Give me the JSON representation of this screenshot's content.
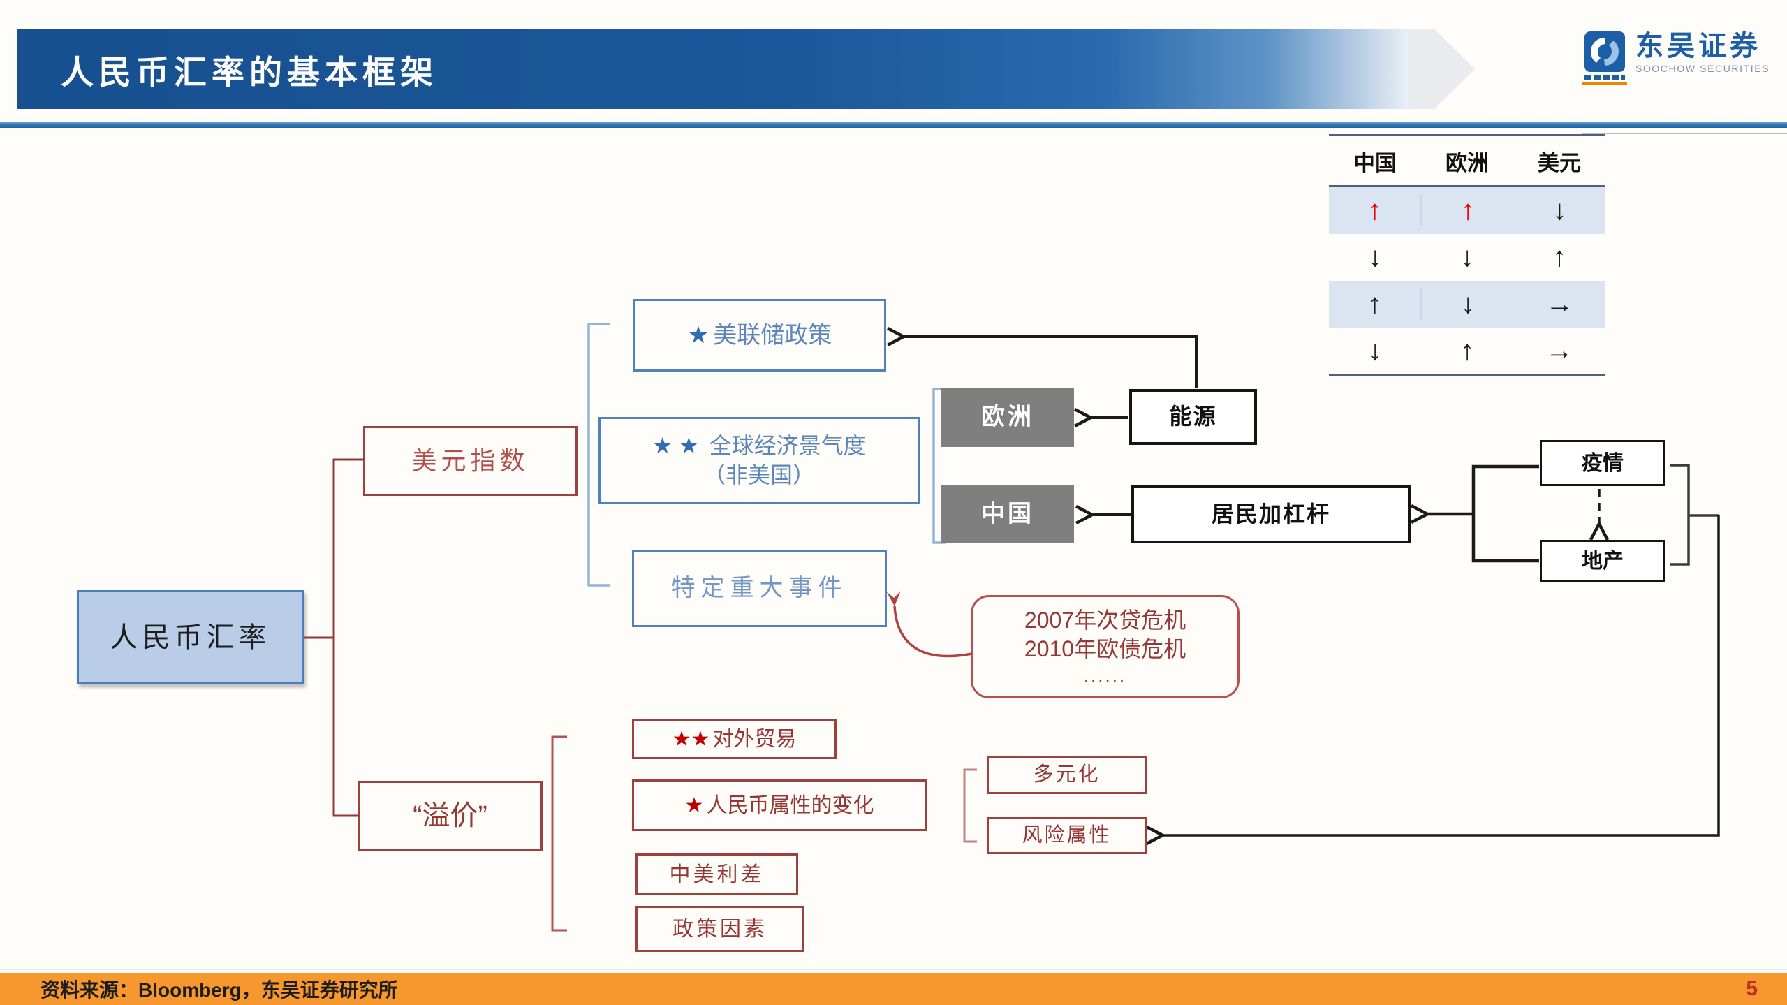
{
  "header": {
    "title": "人民币汇率的基本框架",
    "logo_cn": "东吴证券",
    "logo_en": "SOOCHOW SECURITIES"
  },
  "table": {
    "headers": [
      "中国",
      "欧洲",
      "美元"
    ],
    "rows": [
      [
        "↑",
        "↑",
        "↓"
      ],
      [
        "↓",
        "↓",
        "↑"
      ],
      [
        "↑",
        "↓",
        "→"
      ],
      [
        "↓",
        "↑",
        "→"
      ]
    ],
    "colors": [
      [
        "red",
        "red",
        "black"
      ],
      [
        "black",
        "black",
        "black"
      ],
      [
        "black",
        "black",
        "black"
      ],
      [
        "black",
        "black",
        "black"
      ]
    ]
  },
  "diagram": {
    "rmb": "人民币汇率",
    "usd_index": "美元指数",
    "premium": "“溢价”",
    "fed_policy": {
      "stars": "★",
      "label": "美联储政策"
    },
    "global_econ": {
      "stars": "★ ★",
      "label": "全球经济景气度",
      "label2": "（非美国）"
    },
    "major_events": "特定重大事件",
    "europe": "欧洲",
    "china": "中国",
    "energy": "能源",
    "leverage": "居民加杠杆",
    "epidemic": "疫情",
    "property": "地产",
    "crisis": {
      "line1": "2007年次贷危机",
      "line2": "2010年欧债危机",
      "line3": "......"
    },
    "trade": {
      "stars": "★★",
      "label": "对外贸易"
    },
    "rmb_attr": {
      "stars": "★",
      "label": "人民币属性的变化"
    },
    "rate_diff": "中美利差",
    "policy": "政策因素",
    "diversification": "多元化",
    "risk_attr": "风险属性"
  },
  "footer": {
    "source": "资料来源：Bloomberg，东吴证券研究所",
    "page": "5"
  },
  "colors": {
    "banner_blue": "#1b579a",
    "rule_blue": "#2e74b5",
    "orange_bar": "#f6982e",
    "red_accent": "#c00000",
    "box_red_border": "#9e403e",
    "box_blue_border": "#4f81bd",
    "gray_box": "#7f7f7f",
    "table_row_blue": "#dbe5f1",
    "page_number_red": "#c03028"
  }
}
